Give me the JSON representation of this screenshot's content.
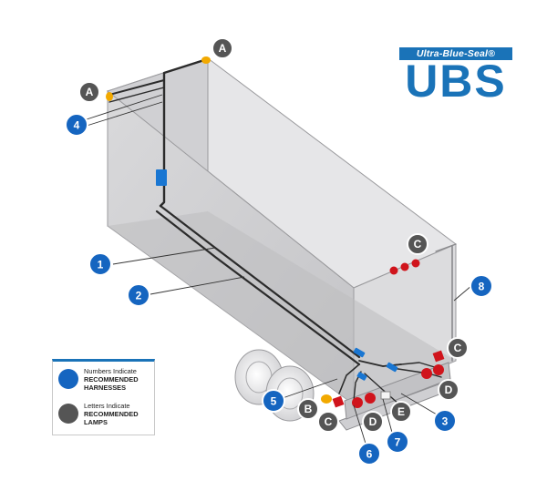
{
  "logo": {
    "tagline": "Ultra-Blue-Seal®",
    "wordmark": "UBS",
    "brand_color": "#1a73b8"
  },
  "callouts": {
    "numbers": [
      "1",
      "2",
      "3",
      "4",
      "5",
      "6",
      "7",
      "8"
    ],
    "letters": [
      "A",
      "A",
      "B",
      "C",
      "C",
      "C",
      "D",
      "D",
      "E"
    ]
  },
  "legend": {
    "numbers_line1": "Numbers Indicate",
    "numbers_line2": "RECOMMENDED",
    "numbers_line3": "HARNESSES",
    "letters_line1": "Letters Indicate",
    "letters_line2": "RECOMMENDED",
    "letters_line3": "LAMPS"
  },
  "colors": {
    "harness_callout": "#1565c0",
    "lamp_callout": "#555555",
    "trailer_body": "#d3d3d5",
    "lamp_red": "#d0141c",
    "lamp_amber": "#f2a900",
    "connector_blue": "#1976d2"
  }
}
